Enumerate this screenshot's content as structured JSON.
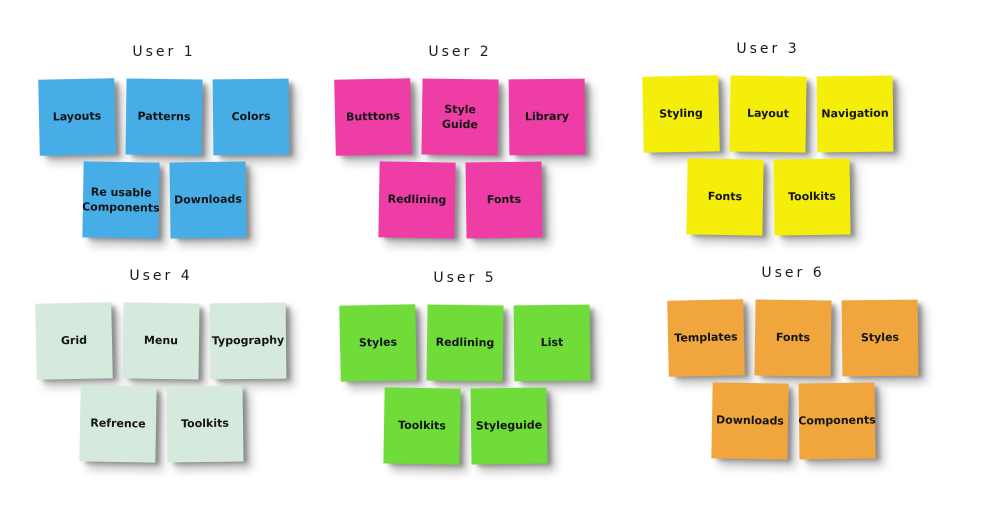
{
  "board": {
    "background": "#ffffff",
    "text_color": "#141414"
  },
  "groups": [
    {
      "title": "User 1",
      "note_color": "#47ade7",
      "notes": [
        "Layouts",
        "Patterns",
        "Colors",
        "Re usable Components",
        "Downloads"
      ]
    },
    {
      "title": "User 2",
      "note_color": "#ee3ea5",
      "notes": [
        "Butttons",
        "Style Guide",
        "Library",
        "Redlining",
        "Fonts"
      ]
    },
    {
      "title": "User 3",
      "note_color": "#f5ee0b",
      "notes": [
        "Styling",
        "Layout",
        "Navigation",
        "Fonts",
        "Toolkits"
      ]
    },
    {
      "title": "User 4",
      "note_color": "#d5e9dc",
      "notes": [
        "Grid",
        "Menu",
        "Typography",
        "Refrence",
        "Toolkits"
      ]
    },
    {
      "title": "User 5",
      "note_color": "#6fdc39",
      "notes": [
        "Styles",
        "Redlining",
        "List",
        "Toolkits",
        "Styleguide"
      ]
    },
    {
      "title": "User 6",
      "note_color": "#f0a63c",
      "notes": [
        "Templates",
        "Fonts",
        "Styles",
        "Downloads",
        "Components"
      ]
    }
  ]
}
